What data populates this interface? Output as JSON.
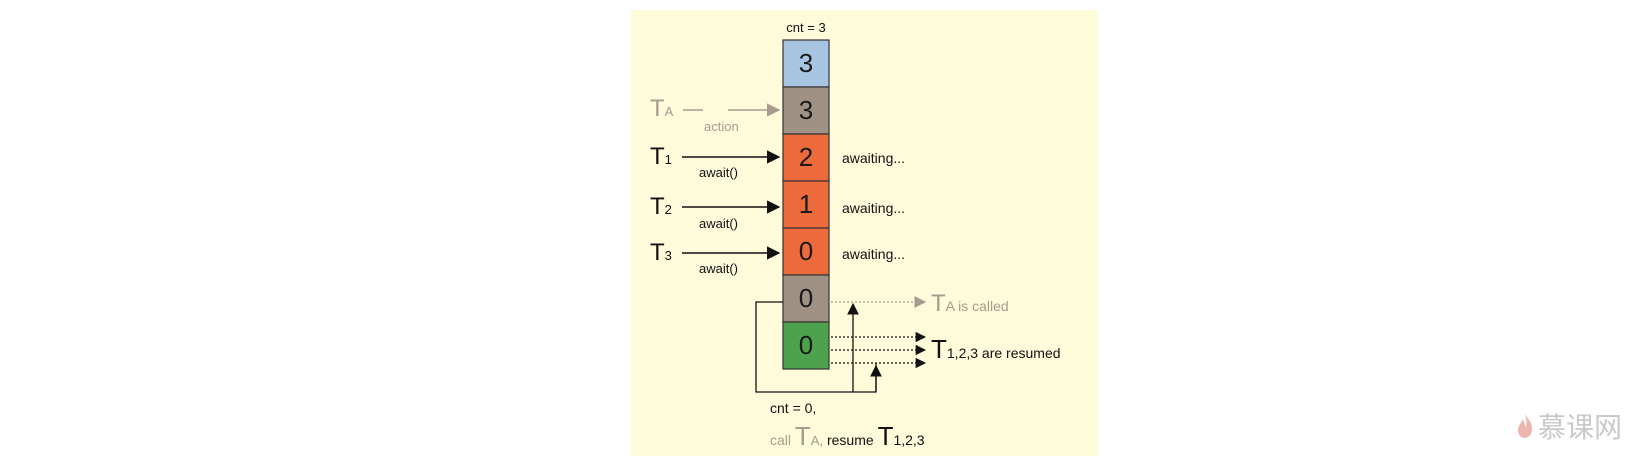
{
  "page_header_fragment": "　",
  "diagram": {
    "counter_label": "cnt = 3",
    "cells": [
      {
        "value": "3",
        "color": "#a7c4e0"
      },
      {
        "value": "3",
        "color": "#9f9184"
      },
      {
        "value": "2",
        "color": "#ec6a3c"
      },
      {
        "value": "1",
        "color": "#ec6a3c"
      },
      {
        "value": "0",
        "color": "#ec6a3c"
      },
      {
        "value": "0",
        "color": "#9f9184"
      },
      {
        "value": "0",
        "color": "#4fa24d"
      }
    ],
    "action_thread": {
      "main": "T",
      "sub": "A",
      "arrow_label": "action"
    },
    "threads": [
      {
        "main": "T",
        "sub": "1",
        "call": "await()",
        "status": "awaiting..."
      },
      {
        "main": "T",
        "sub": "2",
        "call": "await()",
        "status": "awaiting..."
      },
      {
        "main": "T",
        "sub": "3",
        "call": "await()",
        "status": "awaiting..."
      }
    ],
    "called_note": {
      "main": "T",
      "sub": "A",
      "text": " is called"
    },
    "resumed_note": {
      "main": "T",
      "sub": "1,2,3",
      "text": " are resumed"
    },
    "bottom_note": {
      "line1": "cnt = 0,",
      "call_word": "call ",
      "call_main": "T",
      "call_sub": "A,",
      "resume_word": " resume ",
      "resume_main": "T",
      "resume_sub": "1,2,3"
    },
    "colors": {
      "muted": "#a89a8c",
      "ink": "#111111",
      "panel": "#fefbdb"
    }
  },
  "watermark": {
    "text": "慕课网",
    "icon": "flame-icon"
  }
}
